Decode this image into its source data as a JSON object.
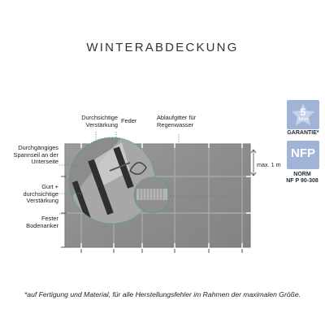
{
  "title": "WINTERABDECKUNG",
  "callouts": {
    "clear_reinforcement": [
      "Durchsichtige",
      "Verstärkung"
    ],
    "spring": [
      "Feder"
    ],
    "drain_grid": [
      "Ablaufgitter für",
      "Regenwasser"
    ],
    "cable": [
      "Durchgängiges",
      "Spannseil an der",
      "Unterseite"
    ],
    "strap": [
      "Gurt +",
      "durchsichtige",
      "Verstärkung"
    ],
    "anchor": [
      "Fester",
      "Bodenanker"
    ]
  },
  "dimension_label": "max. 1 m",
  "badges": {
    "guarantee": {
      "number": "5",
      "unit": "Jahre",
      "label": "GARANTIE*"
    },
    "norm": {
      "logo": "NFP",
      "label": [
        "NORM",
        "NF P 90-308"
      ]
    }
  },
  "footnote": "*auf Fertigung und Material, für alle Herstellungsfehler im Rahmen der maximalen Größe.",
  "colors": {
    "cover": "#8e8e8e",
    "cover_edge": "#6f6f6f",
    "callout_line": "#2fa39a",
    "badge_blue": "#9fb4d6",
    "badge_light": "#c7d3ea"
  }
}
